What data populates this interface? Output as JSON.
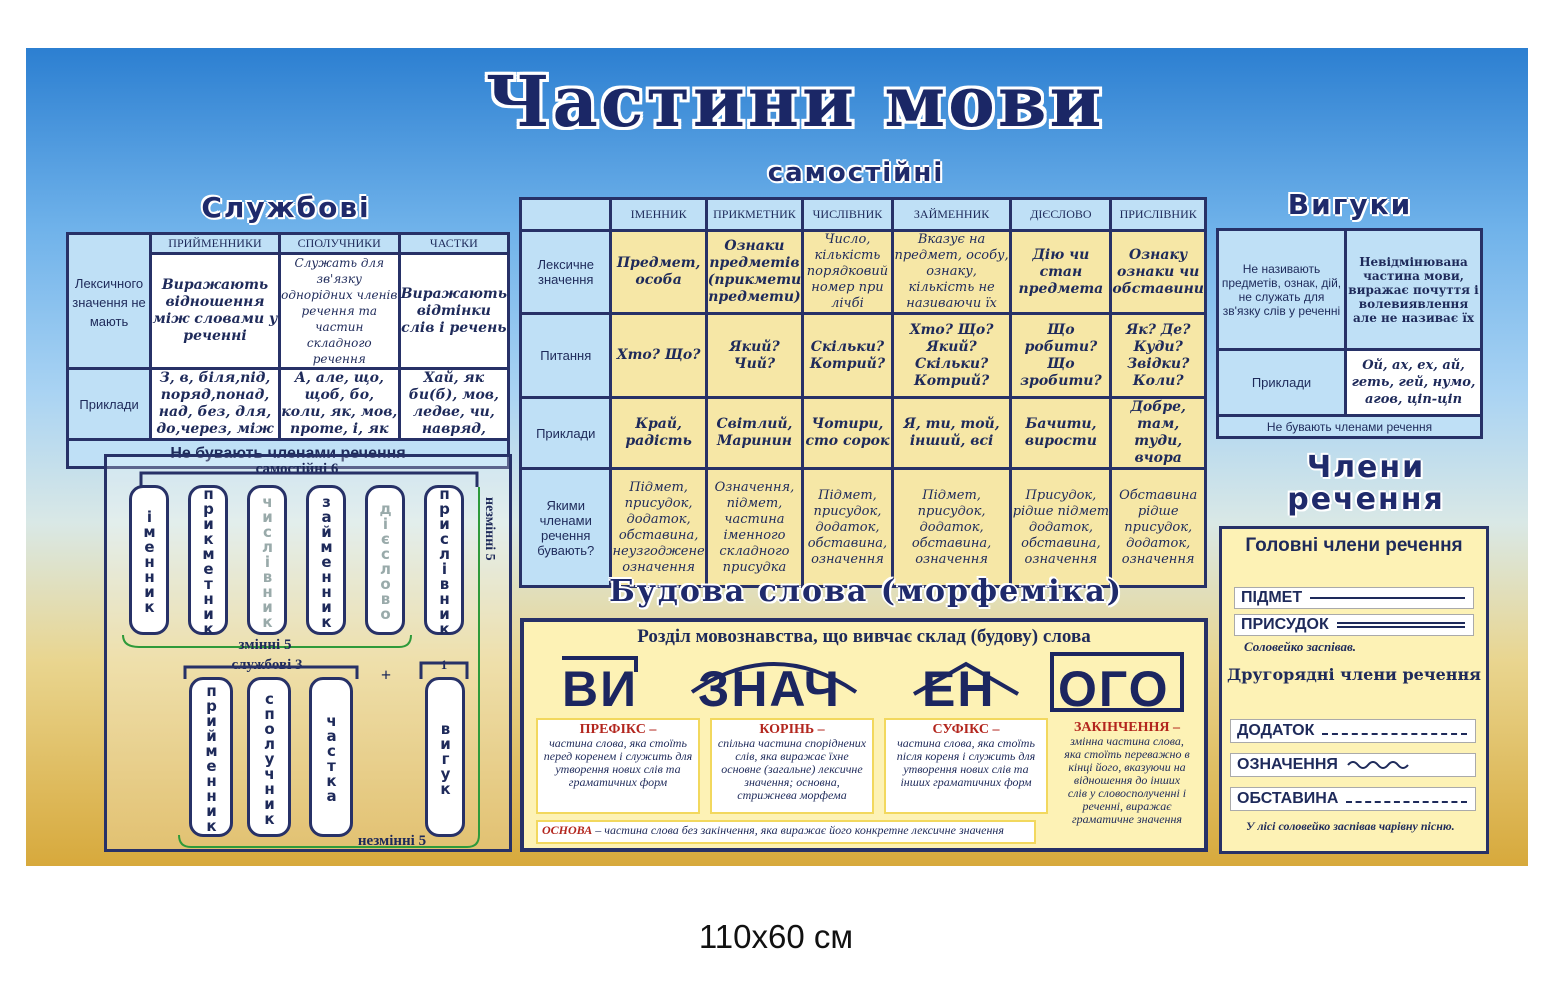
{
  "title": "Частини мови",
  "samostiini_heading": "самостійні",
  "sluzhbovi_heading": "Службові",
  "vyhuky_heading": "Вигуки",
  "chleny_heading": "Члени речення",
  "budova_heading": "Будова слова (морфеміка)",
  "dimensions": "110х60 см",
  "service_table": {
    "cols": [
      "прийменники",
      "сполучники",
      "частки"
    ],
    "row1_label": "Лексичного значення не мають",
    "row1": [
      "Виражають відношення між словами у реченні",
      "Служать для зв'язку однорідних членів речення та частин складного речення",
      "Виражають відтінки слів і речень"
    ],
    "row2_label": "Приклади",
    "row2": [
      "З, в, біля,під, поряд,понад, над, без, для, до,через, між",
      "А, але, що, щоб, бо, коли, як, мов, проте, і, як",
      "Хай, як би(б), мов, ледве, чи, навряд,"
    ],
    "footer": "Не бувають членами речення"
  },
  "main_table": {
    "cols": [
      "іменник",
      "прикметник",
      "числівник",
      "займенник",
      "дієслово",
      "прислівник"
    ],
    "rows": [
      {
        "label": "Лексичне значення",
        "cells": [
          "Предмет, особа",
          "Ознаки предметів (прикмети предмети)",
          "Число, кількість порядковий номер при лічбі",
          "Вказує на предмет, особу, ознаку, кількість не називаючи їх",
          "Дію чи стан предмета",
          "Ознаку ознаки чи обставини"
        ]
      },
      {
        "label": "Питання",
        "cells": [
          "Хто? Що?",
          "Який? Чий?",
          "Скільки? Котрий?",
          "Хто? Що? Який? Скільки? Котрий?",
          "Що робити? Що зробити?",
          "Як? Де? Куди? Звідки? Коли?"
        ]
      },
      {
        "label": "Приклади",
        "cells": [
          "Край, радість",
          "Світлий, Маринин",
          "Чотири, сто сорок",
          "Я, ти, той, інший, всі",
          "Бачити, вирости",
          "Добре, там, туди, вчора"
        ]
      },
      {
        "label": "Якими членами речення бувають?",
        "cells": [
          "Підмет, присудок, додаток, обставина, неузгоджене означення",
          "Означення, підмет, частина іменного складного присудка",
          "Підмет, присудок, додаток, обставина, означення",
          "Підмет, присудок, додаток, обставина, означення",
          "Присудок, рідше підмет додаток, обставина, означення",
          "Обставина рідше присудок, додаток, означення"
        ]
      }
    ]
  },
  "vyhuky_table": {
    "row1": [
      "Не називають предметів, ознак, дій, не служать для зв'язку слів у реченні",
      "Невідмінювана частина мови, виражає почуття і волевиявлення але не називає їх"
    ],
    "row2_label": "Приклади",
    "row2": "Ой, ах, ех, ай, геть, гей, нумо, агов, ціп-ціп",
    "footer": "Не бувають членами речення"
  },
  "diagram": {
    "independent_label": "самостійні 6",
    "independent": [
      "іменник",
      "прикметник",
      "числівник",
      "займенник",
      "дієслово",
      "прислівник"
    ],
    "changeable": "змінні 5",
    "unchangeable_right": "незмінні 5",
    "service_label": "службові 3",
    "plus": "+",
    "one": "1",
    "service": [
      "прийменник",
      "сполучник",
      "частка"
    ],
    "interj": "вигук",
    "unchangeable_bottom": "незмінні 5"
  },
  "morph": {
    "subtitle": "Розділ мовознавства, що вивчає склад (будову) слова",
    "parts": [
      "ВИ",
      "ЗНАЧ",
      "ЕН",
      "ОГО"
    ],
    "defs": [
      {
        "head": "ПРЕФІКС –",
        "text": "частина слова, яка стоїть перед коренем і служить для утворення нових слів та граматичних форм"
      },
      {
        "head": "КОРІНЬ –",
        "text": "спільна частина споріднених слів, яка виражає їхне основне (загальне) лексичне значення; основна, стрижнева морфема"
      },
      {
        "head": "СУФІКС –",
        "text": "частина слова, яка стоїть після кореня і служить для утворення нових слів та інших граматичних форм"
      },
      {
        "head": "ЗАКІНЧЕННЯ –",
        "text": "змінна частина слова, яка стоїть переважно в кінці його, вказуючи на відношення до інших слів у словосполученні і реченні, виражає граматичне значення"
      }
    ],
    "osnova_head": "ОСНОВА",
    "osnova": " – частина слова без закінчення, яка виражає його конкретне лексичне значення"
  },
  "members": {
    "main_title": "Головні члени речення",
    "subject": "ПІДМЕТ",
    "predicate": "ПРИСУДОК",
    "example1": "Соловейко заспівав.",
    "secondary_title": "Другорядні члени речення",
    "object": "ДОДАТОК",
    "attribute": "ОЗНАЧЕННЯ",
    "adverbial": "ОБСТАВИНА",
    "example2": "У лісі соловейко заспівав чарівну пісню."
  },
  "colors": {
    "navy": "#1e2a5a",
    "light_blue": "#bfe0f6",
    "pale_yellow": "#f6e7a6",
    "red": "#b3261e"
  }
}
